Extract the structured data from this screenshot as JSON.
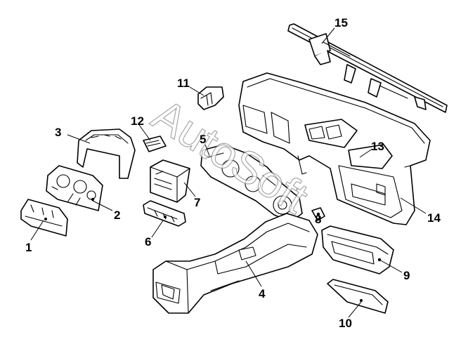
{
  "diagram": {
    "watermark": "AutoSoft",
    "callouts": {
      "c1": "1",
      "c2": "2",
      "c3": "3",
      "c4": "4",
      "c5": "5",
      "c6": "6",
      "c7": "7",
      "c8": "8",
      "c9": "9",
      "c10": "10",
      "c11": "11",
      "c12": "12",
      "c13": "13",
      "c14": "14",
      "c15": "15"
    }
  }
}
